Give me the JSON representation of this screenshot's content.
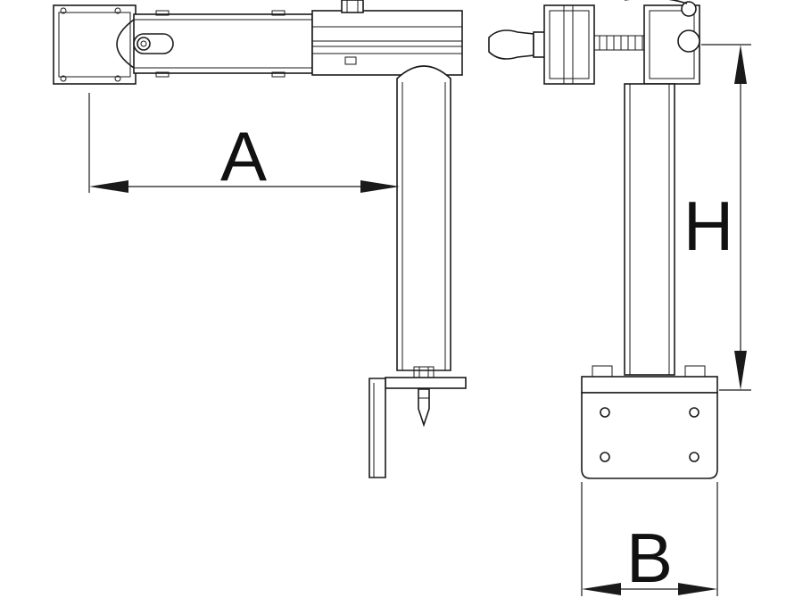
{
  "dimensions": {
    "a_label": "A",
    "h_label": "H",
    "b_label": "B"
  },
  "colors": {
    "line": "#1a1a1a",
    "background": "#ffffff"
  }
}
